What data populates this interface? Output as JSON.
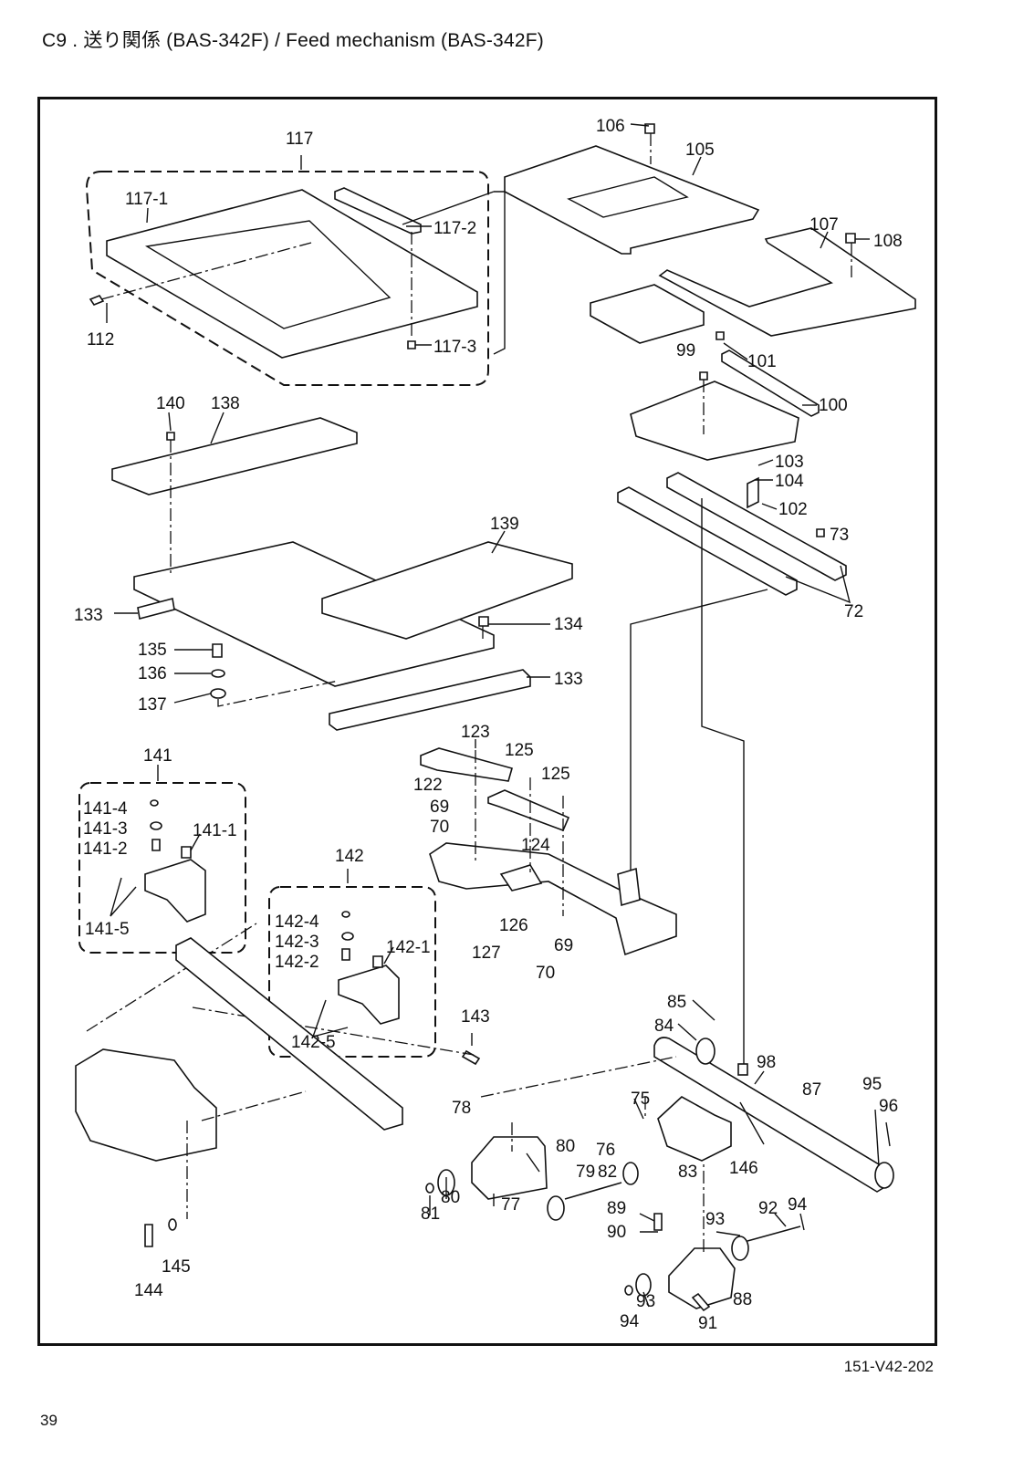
{
  "header": {
    "title": "C9 . 送り関係 (BAS-342F) / Feed mechanism (BAS-342F)"
  },
  "callouts": [
    {
      "id": "c117",
      "label": "117"
    },
    {
      "id": "c117_1",
      "label": "117-1"
    },
    {
      "id": "c117_2",
      "label": "117-2"
    },
    {
      "id": "c117_3",
      "label": "117-3"
    },
    {
      "id": "c112",
      "label": "112"
    },
    {
      "id": "c106",
      "label": "106"
    },
    {
      "id": "c105",
      "label": "105"
    },
    {
      "id": "c107",
      "label": "107"
    },
    {
      "id": "c108",
      "label": "108"
    },
    {
      "id": "c99",
      "label": "99"
    },
    {
      "id": "c101",
      "label": "101"
    },
    {
      "id": "c100",
      "label": "100"
    },
    {
      "id": "c103",
      "label": "103"
    },
    {
      "id": "c104",
      "label": "104"
    },
    {
      "id": "c102",
      "label": "102"
    },
    {
      "id": "c73",
      "label": "73"
    },
    {
      "id": "c72",
      "label": "72"
    },
    {
      "id": "c140",
      "label": "140"
    },
    {
      "id": "c138",
      "label": "138"
    },
    {
      "id": "c139",
      "label": "139"
    },
    {
      "id": "c133a",
      "label": "133"
    },
    {
      "id": "c134",
      "label": "134"
    },
    {
      "id": "c135",
      "label": "135"
    },
    {
      "id": "c136",
      "label": "136"
    },
    {
      "id": "c137",
      "label": "137"
    },
    {
      "id": "c133b",
      "label": "133"
    },
    {
      "id": "c141",
      "label": "141"
    },
    {
      "id": "c141_4",
      "label": "141-4"
    },
    {
      "id": "c141_3",
      "label": "141-3"
    },
    {
      "id": "c141_2",
      "label": "141-2"
    },
    {
      "id": "c141_1",
      "label": "141-1"
    },
    {
      "id": "c141_5",
      "label": "141-5"
    },
    {
      "id": "c123",
      "label": "123"
    },
    {
      "id": "c125a",
      "label": "125"
    },
    {
      "id": "c125b",
      "label": "125"
    },
    {
      "id": "c122",
      "label": "122"
    },
    {
      "id": "c69a",
      "label": "69"
    },
    {
      "id": "c70a",
      "label": "70"
    },
    {
      "id": "c124",
      "label": "124"
    },
    {
      "id": "c126",
      "label": "126"
    },
    {
      "id": "c127",
      "label": "127"
    },
    {
      "id": "c69b",
      "label": "69"
    },
    {
      "id": "c70b",
      "label": "70"
    },
    {
      "id": "c142",
      "label": "142"
    },
    {
      "id": "c142_4",
      "label": "142-4"
    },
    {
      "id": "c142_3",
      "label": "142-3"
    },
    {
      "id": "c142_2",
      "label": "142-2"
    },
    {
      "id": "c142_1",
      "label": "142-1"
    },
    {
      "id": "c142_5",
      "label": "142-5"
    },
    {
      "id": "c143",
      "label": "143"
    },
    {
      "id": "c85",
      "label": "85"
    },
    {
      "id": "c84",
      "label": "84"
    },
    {
      "id": "c98",
      "label": "98"
    },
    {
      "id": "c87",
      "label": "87"
    },
    {
      "id": "c95",
      "label": "95"
    },
    {
      "id": "c96",
      "label": "96"
    },
    {
      "id": "c78",
      "label": "78"
    },
    {
      "id": "c75",
      "label": "75"
    },
    {
      "id": "c76",
      "label": "76"
    },
    {
      "id": "c80a",
      "label": "80"
    },
    {
      "id": "c79",
      "label": "79"
    },
    {
      "id": "c82",
      "label": "82"
    },
    {
      "id": "c83",
      "label": "83"
    },
    {
      "id": "c146",
      "label": "146"
    },
    {
      "id": "c80b",
      "label": "80"
    },
    {
      "id": "c81",
      "label": "81"
    },
    {
      "id": "c77",
      "label": "77"
    },
    {
      "id": "c89",
      "label": "89"
    },
    {
      "id": "c90",
      "label": "90"
    },
    {
      "id": "c93a",
      "label": "93"
    },
    {
      "id": "c92",
      "label": "92"
    },
    {
      "id": "c94a",
      "label": "94"
    },
    {
      "id": "c94b",
      "label": "94"
    },
    {
      "id": "c93b",
      "label": "93"
    },
    {
      "id": "c91",
      "label": "91"
    },
    {
      "id": "c88",
      "label": "88"
    },
    {
      "id": "c144",
      "label": "144"
    },
    {
      "id": "c145",
      "label": "145"
    }
  ],
  "footer": {
    "doc_code": "151-V42-202",
    "page_number": "39"
  }
}
